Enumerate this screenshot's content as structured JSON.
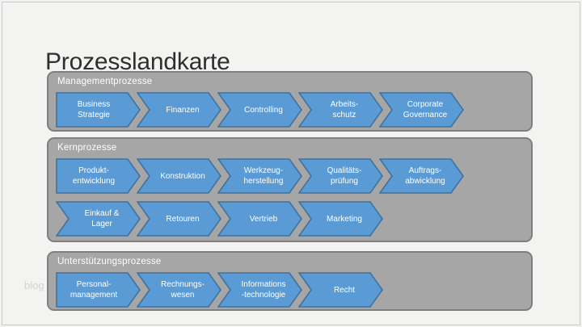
{
  "slide": {
    "title": "Prozesslandkarte",
    "watermark": "blog",
    "colors": {
      "title_text": "#2f2f2f",
      "panel_fill": "#a6a6a6",
      "panel_border": "#7f7f7f",
      "header_text": "#ffffff",
      "arrow_fill": "#5b9bd5",
      "arrow_border": "#41719c",
      "arrow_text": "#ffffff"
    },
    "sections": [
      {
        "name": "Managementprozesse",
        "rows": [
          [
            {
              "label": "Business\nStrategie",
              "shape": "pentagon"
            },
            {
              "label": "Finanzen",
              "shape": "chevron"
            },
            {
              "label": "Controlling",
              "shape": "chevron"
            },
            {
              "label": "Arbeits-\nschutz",
              "shape": "chevron"
            },
            {
              "label": "Corporate\nGovernance",
              "shape": "chevron"
            }
          ]
        ]
      },
      {
        "name": "Kernprozesse",
        "rows": [
          [
            {
              "label": "Produkt-\nentwicklung",
              "shape": "pentagon"
            },
            {
              "label": "Konstruktion",
              "shape": "chevron"
            },
            {
              "label": "Werkzeug-\nherstellung",
              "shape": "chevron"
            },
            {
              "label": "Qualitäts-\nprüfung",
              "shape": "chevron"
            },
            {
              "label": "Auftrags-\nabwicklung",
              "shape": "chevron"
            }
          ],
          [
            {
              "label": "Einkauf &\nLager",
              "shape": "chevron"
            },
            {
              "label": "Retouren",
              "shape": "chevron"
            },
            {
              "label": "Vertrieb",
              "shape": "chevron"
            },
            {
              "label": "Marketing",
              "shape": "chevron"
            }
          ]
        ]
      },
      {
        "name": "Unterstützungsprozesse",
        "rows": [
          [
            {
              "label": "Personal-\nmanagement",
              "shape": "pentagon"
            },
            {
              "label": "Rechnungs-\nwesen",
              "shape": "chevron"
            },
            {
              "label": "Informations\n-technologie",
              "shape": "chevron"
            },
            {
              "label": "Recht",
              "shape": "chevron"
            }
          ]
        ]
      }
    ]
  }
}
